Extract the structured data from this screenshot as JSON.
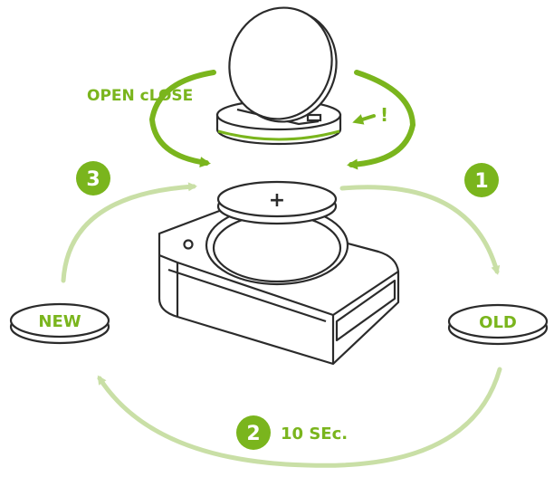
{
  "labels": {
    "open_close": "OPEN cLOSE",
    "warning": "!",
    "new": "NEW",
    "old": "OLD",
    "wait": "10 SEc.",
    "battery_mark": "+"
  },
  "steps": [
    {
      "number": "1",
      "meaning": "remove old battery"
    },
    {
      "number": "2",
      "meaning": "wait"
    },
    {
      "number": "3",
      "meaning": "insert new battery"
    }
  ],
  "colors": {
    "accent_green": "#7ab51d",
    "light_green": "#c9dfa6",
    "outline": "#2b2b2b",
    "background": "#ffffff"
  },
  "icons": [
    "battery-cover-icon",
    "coin-battery-icon",
    "device-icon",
    "arrow-icon"
  ]
}
